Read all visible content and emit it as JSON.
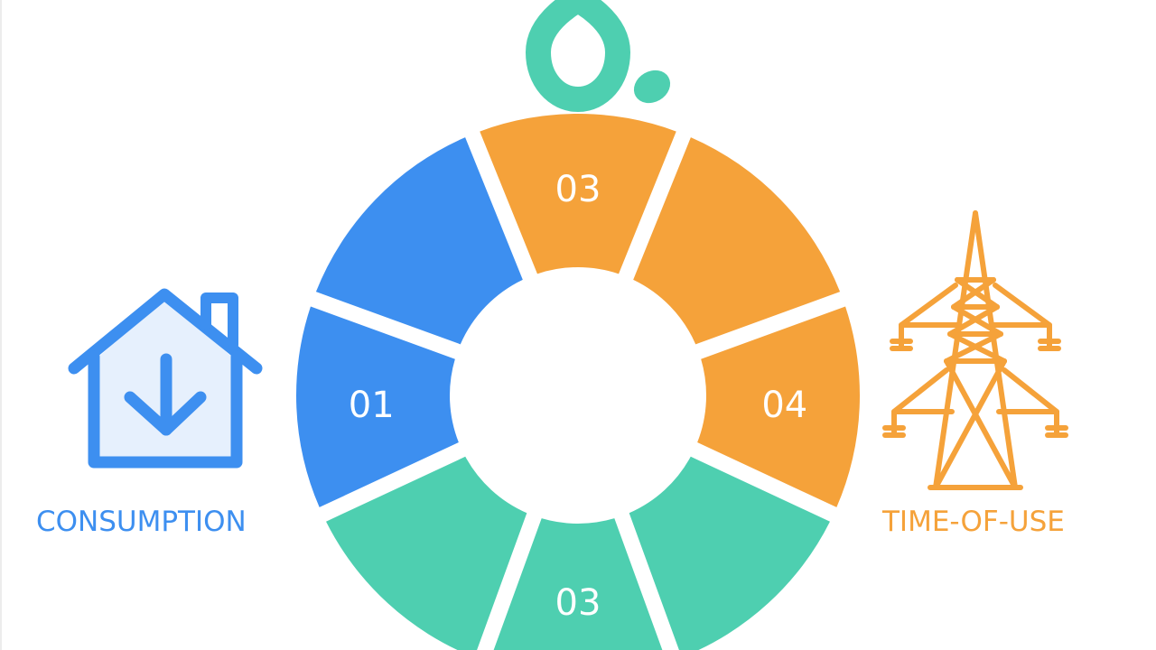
{
  "colors": {
    "blue": "#3d8ff0",
    "teal": "#4ecfb0",
    "orange": "#f5a23a",
    "background": "#ffffff"
  },
  "segments": [
    {
      "id": "left-top",
      "label": "01",
      "color": "blue"
    },
    {
      "id": "left-bottom",
      "label": "",
      "color": "blue"
    },
    {
      "id": "bottom",
      "label": "03",
      "color": "orange"
    },
    {
      "id": "right-bottom",
      "label": "",
      "color": "orange"
    },
    {
      "id": "right",
      "label": "04",
      "color": "orange"
    },
    {
      "id": "right-top",
      "label": "",
      "color": "teal"
    },
    {
      "id": "top",
      "label": "03",
      "color": "teal"
    },
    {
      "id": "left-upper",
      "label": "",
      "color": "teal"
    }
  ],
  "labels": {
    "consumption": "CONSUMPTION",
    "time_of_use": "TIME-OF-USE"
  },
  "icons": {
    "house": "house-with-down-arrow-icon",
    "drop": "water-drop-icon",
    "tower": "power-transmission-tower-icon"
  }
}
